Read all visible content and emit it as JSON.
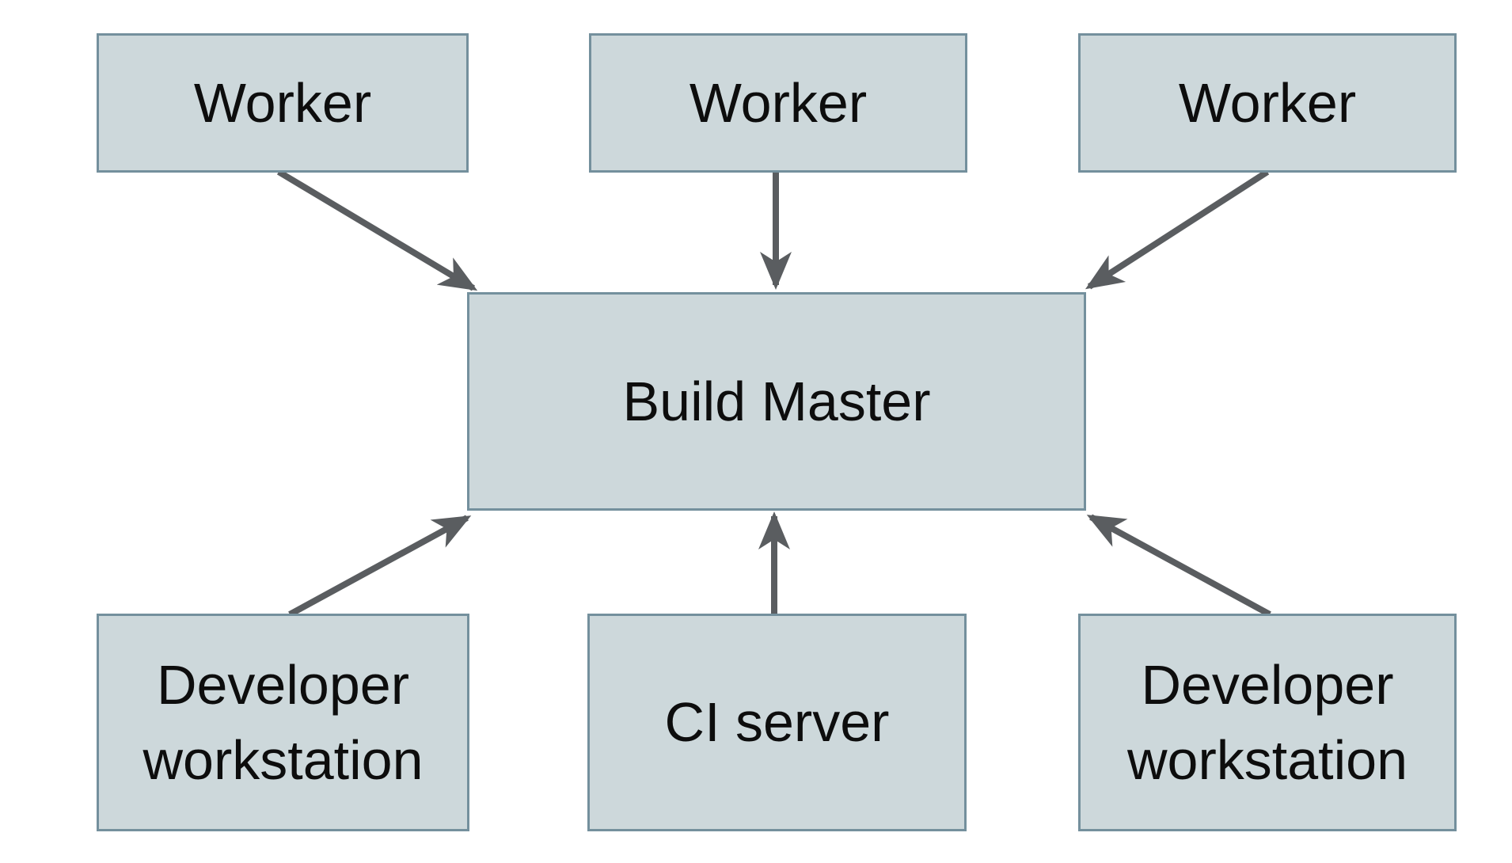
{
  "diagram": {
    "type": "architecture-diagram",
    "nodes": {
      "worker1": {
        "label": "Worker"
      },
      "worker2": {
        "label": "Worker"
      },
      "worker3": {
        "label": "Worker"
      },
      "build_master": {
        "label": "Build Master"
      },
      "dev_workstation1": {
        "label": "Developer workstation"
      },
      "ci_server": {
        "label": "CI server"
      },
      "dev_workstation2": {
        "label": "Developer workstation"
      }
    },
    "edges": [
      {
        "from": "worker1",
        "to": "build_master"
      },
      {
        "from": "worker2",
        "to": "build_master"
      },
      {
        "from": "worker3",
        "to": "build_master"
      },
      {
        "from": "dev_workstation1",
        "to": "build_master"
      },
      {
        "from": "ci_server",
        "to": "build_master"
      },
      {
        "from": "dev_workstation2",
        "to": "build_master"
      }
    ],
    "colors": {
      "node_fill": "#cdd8db",
      "node_border": "#74909d",
      "arrow": "#5a5d60",
      "text": "#0d0d0d",
      "background": "#ffffff"
    }
  }
}
